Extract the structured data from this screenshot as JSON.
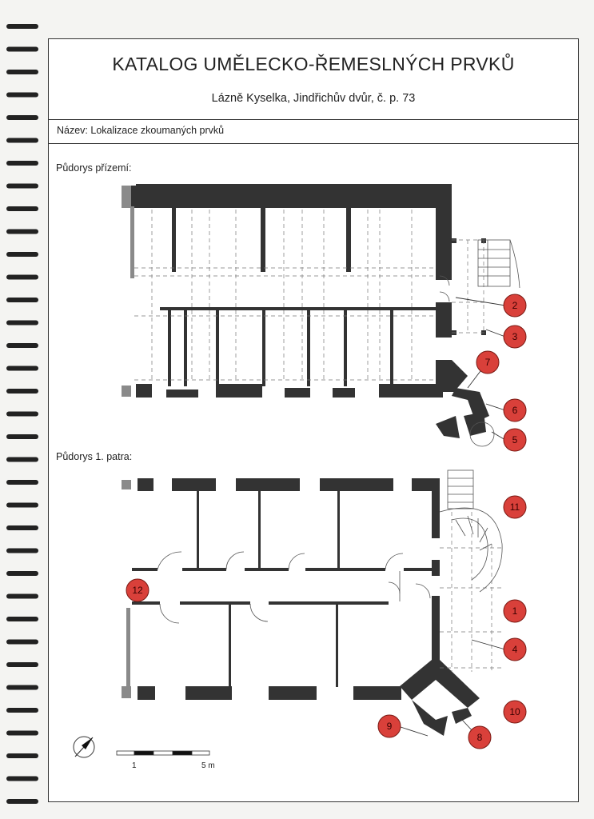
{
  "header": {
    "title": "KATALOG UMĚLECKO-ŘEMESLNÝCH PRVKŮ",
    "subtitle": "Lázně Kyselka, Jindřichův dvůr, č. p. 73"
  },
  "name_row": {
    "text": "Název: Lokalizace zkoumaných prvků"
  },
  "plans": {
    "ground_floor_label": "Půdorys přízemí:",
    "first_floor_label": "Půdorys 1. patra:"
  },
  "markers": [
    {
      "id": "2"
    },
    {
      "id": "3"
    },
    {
      "id": "7"
    },
    {
      "id": "6"
    },
    {
      "id": "5"
    },
    {
      "id": "11"
    },
    {
      "id": "12"
    },
    {
      "id": "1"
    },
    {
      "id": "4"
    },
    {
      "id": "10"
    },
    {
      "id": "9"
    },
    {
      "id": "8"
    }
  ],
  "scale_bar": {
    "start": "1",
    "end": "5 m"
  },
  "colors": {
    "marker_fill": "#d9403a",
    "wall": "#333333"
  }
}
